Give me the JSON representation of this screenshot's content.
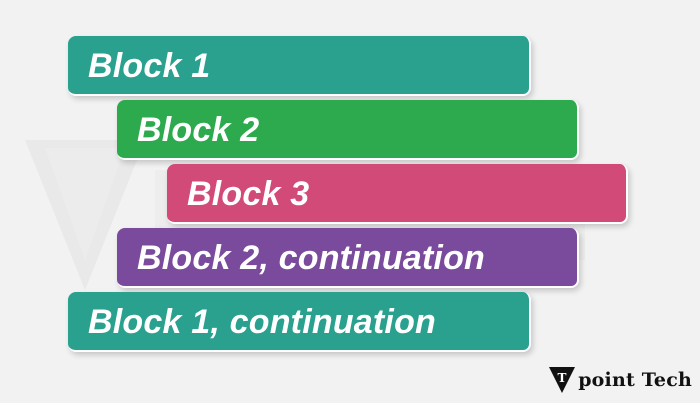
{
  "blocks": [
    {
      "label": "Block 1",
      "color": "#2aa08f"
    },
    {
      "label": "Block 2",
      "color": "#2eaa4e"
    },
    {
      "label": "Block 3",
      "color": "#d14a78"
    },
    {
      "label": "Block 2, continuation",
      "color": "#7a4a9c"
    },
    {
      "label": "Block 1, continuation",
      "color": "#2aa08f"
    }
  ],
  "brand": {
    "text": "point Tech",
    "mark_letter": "T",
    "icon": "tpoint-logo-icon"
  }
}
